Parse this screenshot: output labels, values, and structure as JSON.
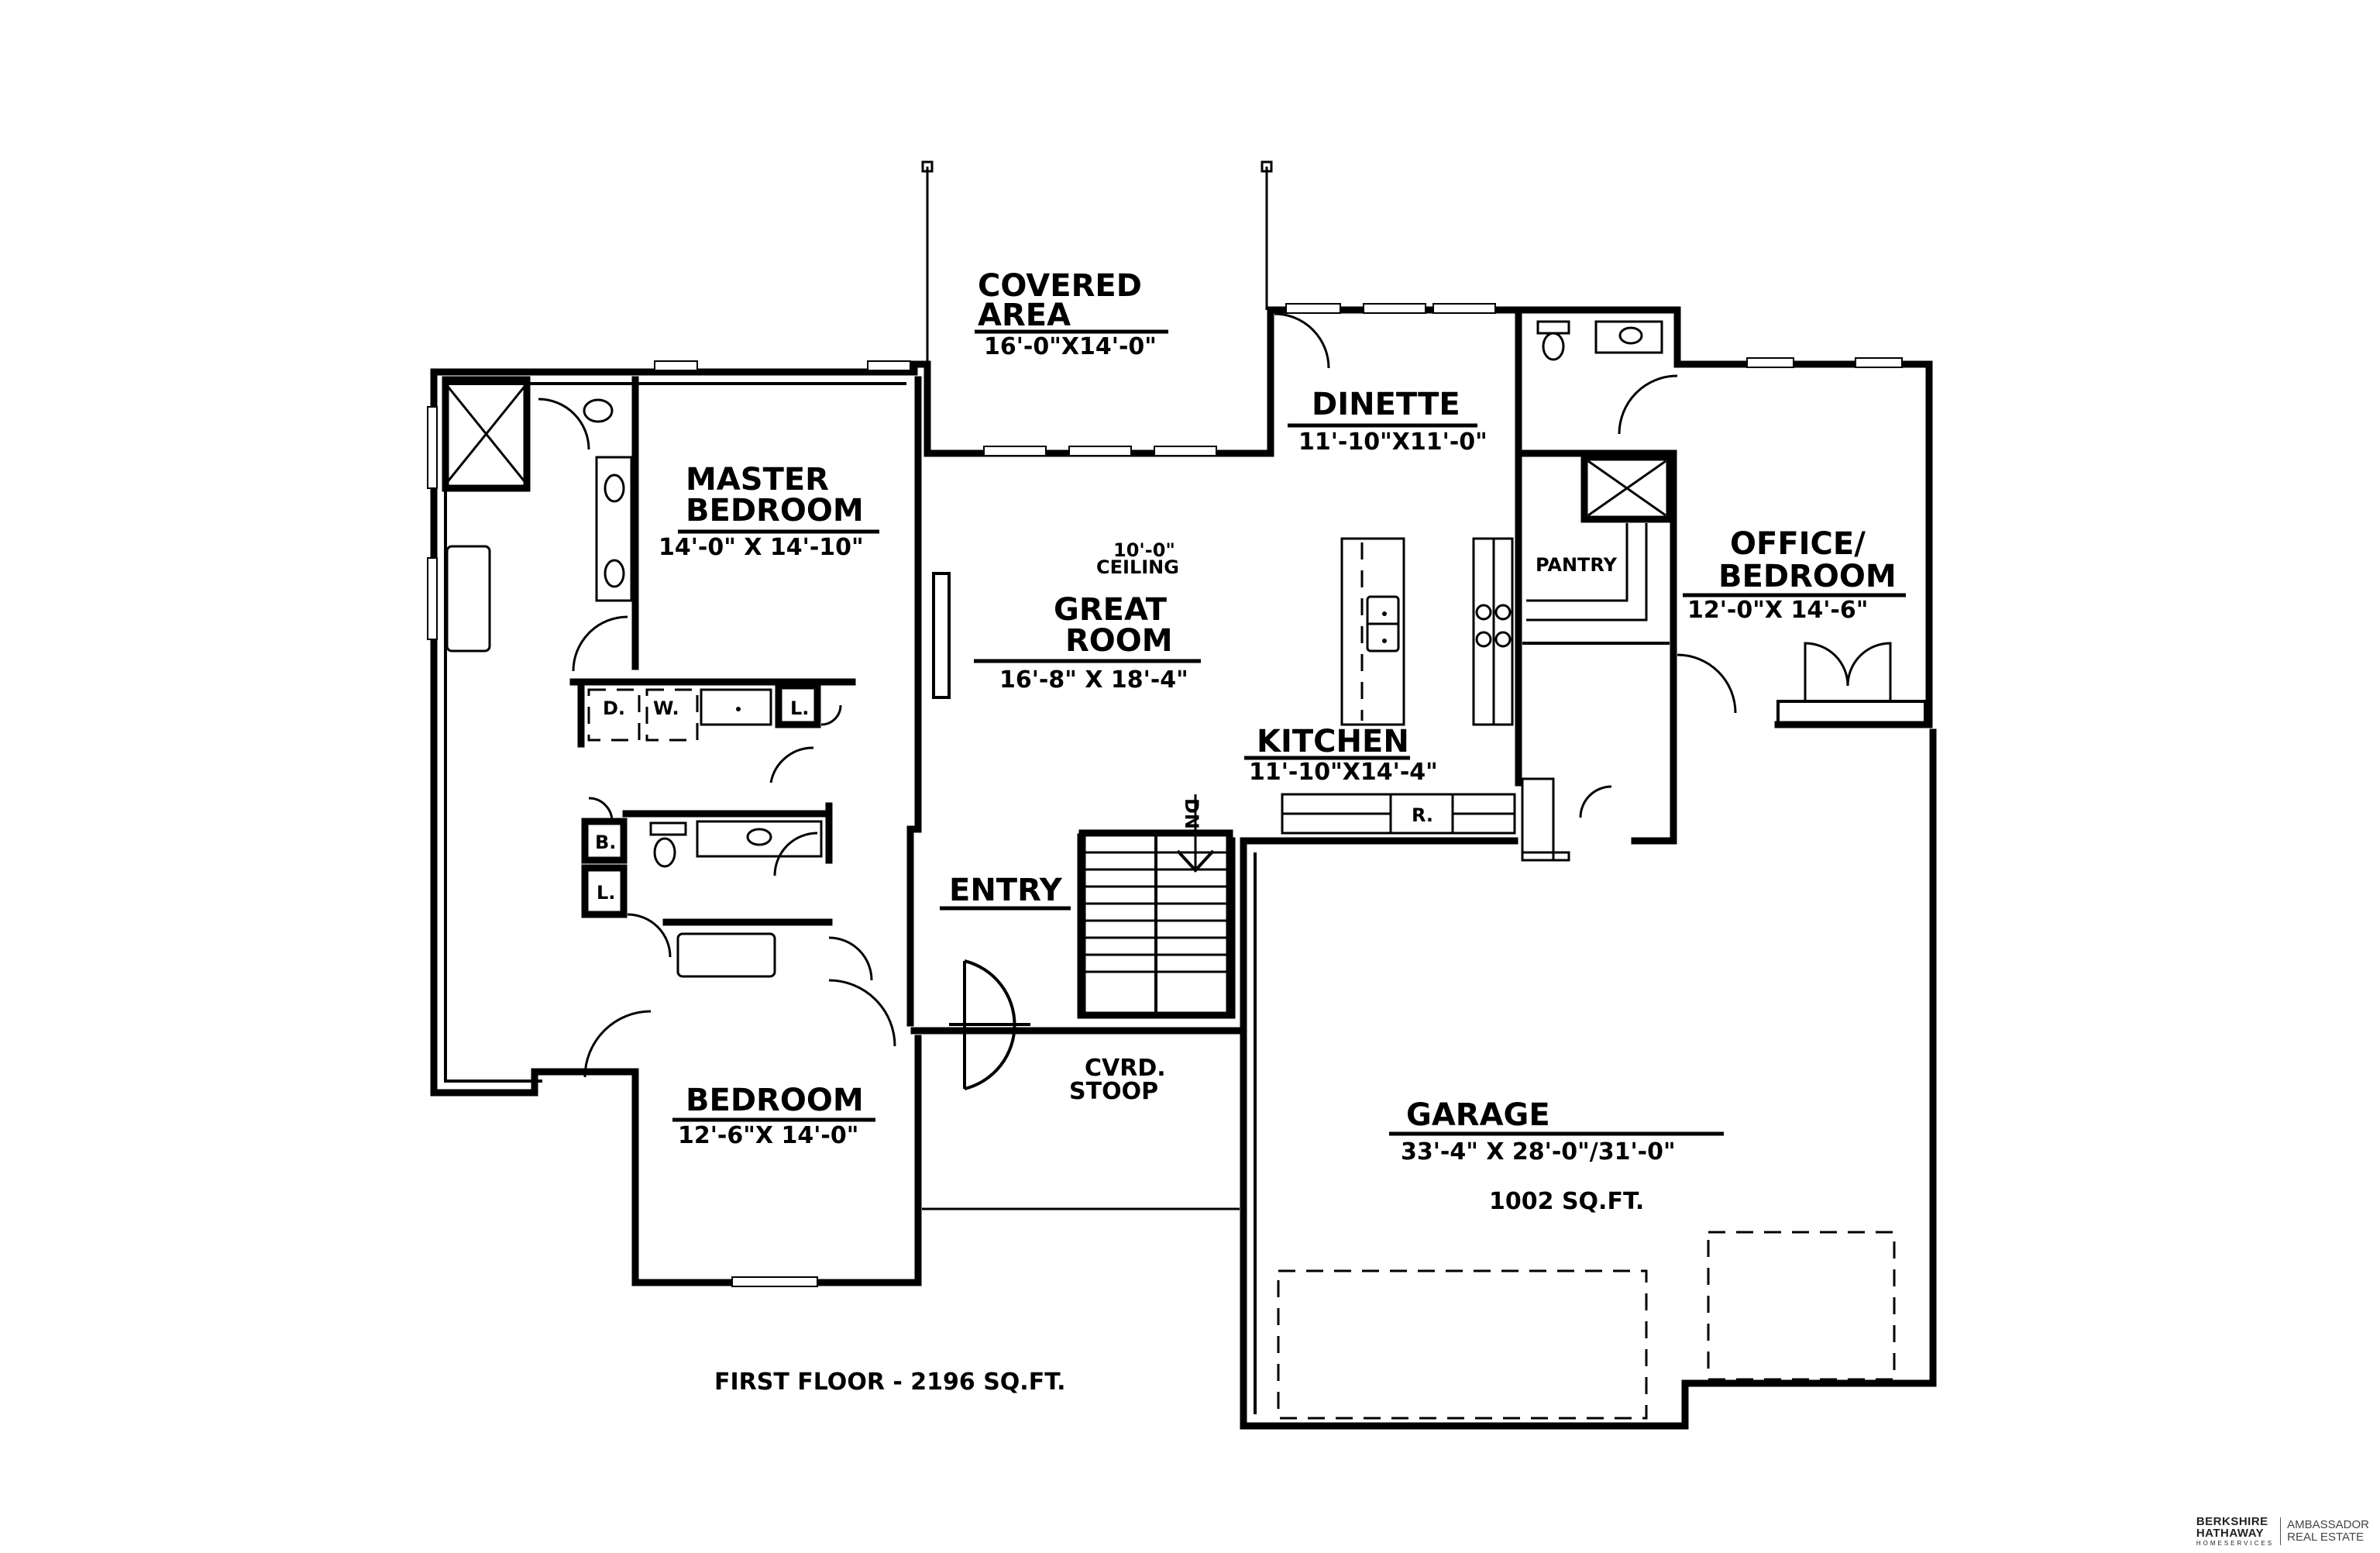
{
  "rooms": {
    "covered_area": {
      "name_line1": "COVERED",
      "name_line2": "AREA",
      "dims": "16'-0\"X14'-0\""
    },
    "master_bedroom": {
      "name_line1": "MASTER",
      "name_line2": "BEDROOM",
      "dims": "14'-0\" X 14'-10\""
    },
    "great_room": {
      "ceiling_line1": "10'-0\"",
      "ceiling_line2": "CEILING",
      "name_line1": "GREAT",
      "name_line2": "ROOM",
      "dims": "16'-8\" X 18'-4\""
    },
    "dinette": {
      "name": "DINETTE",
      "dims": "11'-10\"X11'-0\""
    },
    "pantry": {
      "name": "PANTRY"
    },
    "office_bedroom": {
      "name_line1": "OFFICE/",
      "name_line2": "BEDROOM",
      "dims": "12'-0\"X 14'-6\""
    },
    "kitchen": {
      "name": "KITCHEN",
      "dims": "11'-10\"X14'-4\"",
      "range_label": "R."
    },
    "entry": {
      "name": "ENTRY"
    },
    "stairs": {
      "direction_label": "DN"
    },
    "cvrd_stoop": {
      "name_line1": "CVRD.",
      "name_line2": "STOOP"
    },
    "bedroom": {
      "name": "BEDROOM",
      "dims": "12'-6\"X 14'-0\""
    },
    "garage": {
      "name": "GARAGE",
      "dims": "33'-4\" X 28'-0\"/31'-0\"",
      "area": "1002 SQ.FT."
    },
    "laundry": {
      "dryer": "D.",
      "washer": "W.",
      "linen": "L."
    },
    "hall_bath": {
      "bench": "B.",
      "linen": "L."
    }
  },
  "footer": {
    "floor_summary": "FIRST FLOOR - 2196 SQ.FT."
  },
  "branding": {
    "brand_line1": "BERKSHIRE",
    "brand_line2": "HATHAWAY",
    "brand_line3": "HOMESERVICES",
    "agency_line1": "AMBASSADOR",
    "agency_line2": "REAL ESTATE"
  }
}
